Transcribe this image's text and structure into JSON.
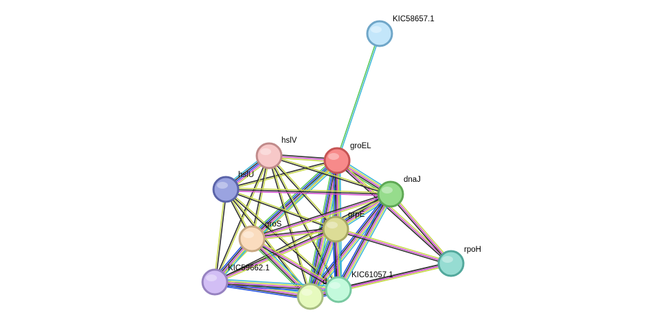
{
  "network": {
    "nodes": [
      {
        "id": "KIC58657.1",
        "label": "KIC58657.1",
        "color": "#c3e6fa",
        "stroke": "#6fa6c8"
      },
      {
        "id": "groEL",
        "label": "groEL",
        "color": "#f78a8a",
        "stroke": "#c55454"
      },
      {
        "id": "hslV",
        "label": "hslV",
        "color": "#f7c8c8",
        "stroke": "#c08a8a"
      },
      {
        "id": "hslU",
        "label": "hslU",
        "color": "#9aa3e0",
        "stroke": "#5a63a8"
      },
      {
        "id": "dnaJ",
        "label": "dnaJ",
        "color": "#96dc8c",
        "stroke": "#5ea854"
      },
      {
        "id": "grpE",
        "label": "grpE",
        "color": "#dcdc96",
        "stroke": "#a8a862"
      },
      {
        "id": "groS",
        "label": "groS",
        "color": "#fadcbe",
        "stroke": "#c8a882"
      },
      {
        "id": "rpoH",
        "label": "rpoH",
        "color": "#96dcd2",
        "stroke": "#52a89c"
      },
      {
        "id": "KIC59662.1",
        "label": "KIC59662.1",
        "color": "#d2bef5",
        "stroke": "#9682c0"
      },
      {
        "id": "dnaK",
        "label": "d",
        "color": "#e6fabe",
        "stroke": "#a8be82"
      },
      {
        "id": "KIC61057.1",
        "label": "KIC61057.1",
        "color": "#c3fadc",
        "stroke": "#78c8a0"
      }
    ],
    "edges": [
      {
        "source": "KIC58657.1",
        "target": "groEL",
        "colors": [
          "#3fb8d8",
          "#5ac85a"
        ]
      },
      {
        "source": "groEL",
        "target": "hslV",
        "colors": [
          "#c8d850",
          "#d050d0",
          "#303030"
        ]
      },
      {
        "source": "groEL",
        "target": "hslU",
        "colors": [
          "#c8d850",
          "#303030"
        ]
      },
      {
        "source": "groEL",
        "target": "dnaJ",
        "colors": [
          "#3fb8d8",
          "#c8d850",
          "#d050d0",
          "#303030",
          "#5ac85a"
        ]
      },
      {
        "source": "groEL",
        "target": "grpE",
        "colors": [
          "#3fb8d8",
          "#c8d850",
          "#d050d0",
          "#303030",
          "#5ac85a"
        ]
      },
      {
        "source": "groEL",
        "target": "groS",
        "colors": [
          "#3fb8d8",
          "#c8d850",
          "#d050d0",
          "#303030",
          "#2050e0",
          "#5ac85a"
        ]
      },
      {
        "source": "groEL",
        "target": "rpoH",
        "colors": [
          "#c8d850",
          "#d050d0",
          "#303030"
        ]
      },
      {
        "source": "groEL",
        "target": "KIC59662.1",
        "colors": [
          "#c8d850",
          "#3fb8d8"
        ]
      },
      {
        "source": "groEL",
        "target": "dnaK",
        "colors": [
          "#3fb8d8",
          "#c8d850",
          "#d050d0",
          "#303030",
          "#2050e0",
          "#5ac85a"
        ]
      },
      {
        "source": "groEL",
        "target": "KIC61057.1",
        "colors": [
          "#3fb8d8",
          "#c8d850",
          "#d050d0",
          "#303030",
          "#2050e0"
        ]
      },
      {
        "source": "hslV",
        "target": "hslU",
        "colors": [
          "#c8d850",
          "#d050d0",
          "#2050e0",
          "#303030",
          "#3fb8d8"
        ]
      },
      {
        "source": "hslV",
        "target": "dnaJ",
        "colors": [
          "#c8d850",
          "#303030"
        ]
      },
      {
        "source": "hslV",
        "target": "grpE",
        "colors": [
          "#c8d850",
          "#303030"
        ]
      },
      {
        "source": "hslV",
        "target": "groS",
        "colors": [
          "#c8d850",
          "#303030"
        ]
      },
      {
        "source": "hslV",
        "target": "KIC59662.1",
        "colors": [
          "#c8d850",
          "#303030"
        ]
      },
      {
        "source": "hslV",
        "target": "dnaK",
        "colors": [
          "#c8d850",
          "#303030"
        ]
      },
      {
        "source": "hslV",
        "target": "KIC61057.1",
        "colors": [
          "#c8d850",
          "#303030"
        ]
      },
      {
        "source": "hslU",
        "target": "dnaJ",
        "colors": [
          "#c8d850",
          "#303030",
          "#d050d0"
        ]
      },
      {
        "source": "hslU",
        "target": "grpE",
        "colors": [
          "#c8d850",
          "#303030"
        ]
      },
      {
        "source": "hslU",
        "target": "groS",
        "colors": [
          "#c8d850",
          "#303030"
        ]
      },
      {
        "source": "hslU",
        "target": "KIC59662.1",
        "colors": [
          "#303030",
          "#c8d850"
        ]
      },
      {
        "source": "hslU",
        "target": "dnaK",
        "colors": [
          "#c8d850",
          "#303030"
        ]
      },
      {
        "source": "hslU",
        "target": "KIC61057.1",
        "colors": [
          "#c8d850",
          "#303030"
        ]
      },
      {
        "source": "dnaJ",
        "target": "grpE",
        "colors": [
          "#3fb8d8",
          "#c8d850",
          "#d050d0",
          "#303030",
          "#2050e0"
        ]
      },
      {
        "source": "dnaJ",
        "target": "groS",
        "colors": [
          "#c8d850",
          "#d050d0",
          "#303030"
        ]
      },
      {
        "source": "dnaJ",
        "target": "rpoH",
        "colors": [
          "#c8d850",
          "#d050d0",
          "#303030"
        ]
      },
      {
        "source": "dnaJ",
        "target": "KIC59662.1",
        "colors": [
          "#c8d850",
          "#303030"
        ]
      },
      {
        "source": "dnaJ",
        "target": "dnaK",
        "colors": [
          "#3fb8d8",
          "#c8d850",
          "#d050d0",
          "#303030",
          "#2050e0"
        ]
      },
      {
        "source": "dnaJ",
        "target": "KIC61057.1",
        "colors": [
          "#3fb8d8",
          "#c8d850",
          "#d050d0",
          "#303030",
          "#2050e0"
        ]
      },
      {
        "source": "grpE",
        "target": "groS",
        "colors": [
          "#c8d850",
          "#d050d0",
          "#303030"
        ]
      },
      {
        "source": "grpE",
        "target": "rpoH",
        "colors": [
          "#c8d850",
          "#d050d0",
          "#303030"
        ]
      },
      {
        "source": "grpE",
        "target": "KIC59662.1",
        "colors": [
          "#c8d850",
          "#d050d0",
          "#303030"
        ]
      },
      {
        "source": "grpE",
        "target": "dnaK",
        "colors": [
          "#3fb8d8",
          "#c8d850",
          "#d050d0",
          "#303030",
          "#2050e0",
          "#5ac85a"
        ]
      },
      {
        "source": "grpE",
        "target": "KIC61057.1",
        "colors": [
          "#3fb8d8",
          "#c8d850",
          "#d050d0",
          "#303030",
          "#2050e0"
        ]
      },
      {
        "source": "groS",
        "target": "KIC59662.1",
        "colors": [
          "#3fb8d8",
          "#c8d850",
          "#d050d0",
          "#303030",
          "#2050e0"
        ]
      },
      {
        "source": "groS",
        "target": "dnaK",
        "colors": [
          "#3fb8d8",
          "#c8d850",
          "#d050d0",
          "#303030",
          "#5ac85a"
        ]
      },
      {
        "source": "groS",
        "target": "KIC61057.1",
        "colors": [
          "#c8d850",
          "#d050d0",
          "#303030"
        ]
      },
      {
        "source": "rpoH",
        "target": "dnaK",
        "colors": [
          "#c8d850",
          "#d050d0",
          "#303030"
        ]
      },
      {
        "source": "rpoH",
        "target": "KIC61057.1",
        "colors": [
          "#c8d850",
          "#d050d0",
          "#303030"
        ]
      },
      {
        "source": "KIC59662.1",
        "target": "dnaK",
        "colors": [
          "#3fb8d8",
          "#c8d850",
          "#d050d0",
          "#303030",
          "#2050e0"
        ]
      },
      {
        "source": "KIC59662.1",
        "target": "KIC61057.1",
        "colors": [
          "#3fb8d8",
          "#c8d850",
          "#d050d0",
          "#303030",
          "#2050e0"
        ]
      },
      {
        "source": "dnaK",
        "target": "KIC61057.1",
        "colors": [
          "#3fb8d8",
          "#c8d850",
          "#d050d0",
          "#303030",
          "#2050e0"
        ]
      }
    ]
  }
}
